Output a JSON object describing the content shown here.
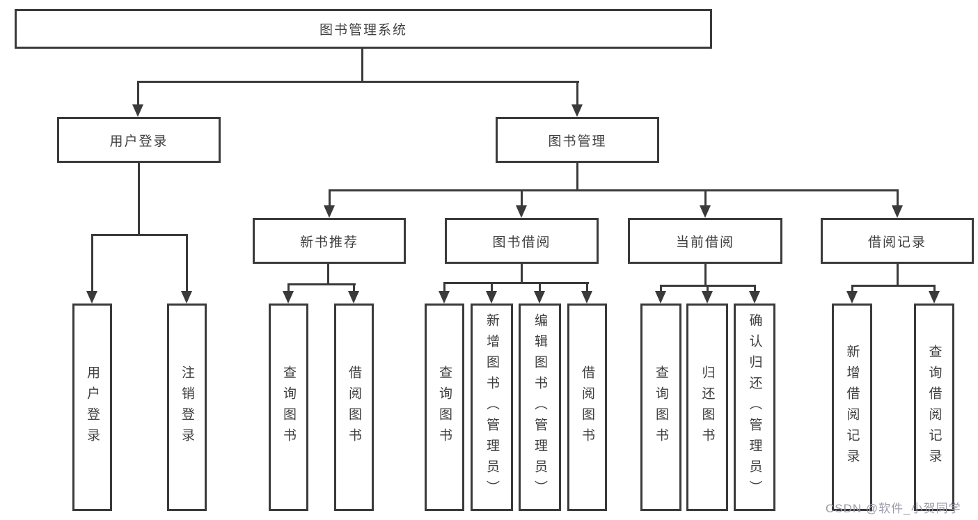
{
  "colors": {
    "line": "#3a3a3a",
    "text": "#3f3f3f",
    "watermark": "#9b9bab",
    "background": "#ffffff"
  },
  "watermark": "CSDN @软件_小贺同学",
  "nodes": {
    "root": "图书管理系统",
    "user_login": "用户登录",
    "book_management": "图书管理",
    "new_book_recommend": "新书推荐",
    "book_borrow": "图书借阅",
    "current_borrow": "当前借阅",
    "borrow_records": "借阅记录"
  },
  "leaves": {
    "user_login": "用户登录",
    "logout": "注销登录",
    "recommend_query": "查询图书",
    "recommend_borrow": "借阅图书",
    "borrow_query": "查询图书",
    "borrow_add": "新增图书（管理员）",
    "borrow_edit": "编辑图书（管理员）",
    "borrow_borrow": "借阅图书",
    "current_query": "查询图书",
    "current_return": "归还图书",
    "current_confirm": "确认归还（管理员）",
    "records_add": "新增借阅记录",
    "records_query": "查询借阅记录"
  }
}
